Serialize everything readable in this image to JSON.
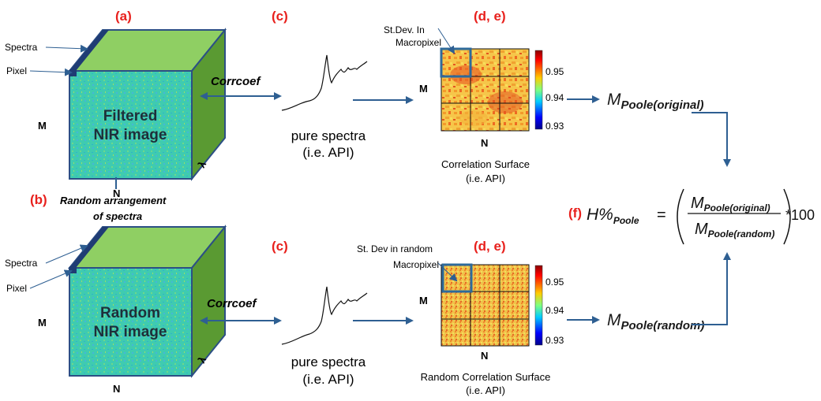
{
  "panels": {
    "a": "(a)",
    "b": "(b)",
    "c": "(c)",
    "de": "(d, e)",
    "f": "(f)"
  },
  "top_cube": {
    "spectra_label": "Spectra",
    "pixel_label": "Pixel",
    "title_line1": "Filtered",
    "title_line2": "NIR image",
    "axis_m": "M",
    "axis_n": "N",
    "axis_lambda": "λ"
  },
  "bottom_cube": {
    "spectra_label": "Spectra",
    "pixel_label": "Pixel",
    "title_line1": "Random",
    "title_line2": "NIR image",
    "axis_m": "M",
    "axis_n": "N",
    "axis_lambda": "λ"
  },
  "random_step": {
    "line1": "Random arrangement",
    "line2": "of spectra"
  },
  "corrcoef_label": "Corrcoef",
  "spectrum_caption": {
    "line1": "pure spectra",
    "line2": "(i.e. API)"
  },
  "top_surface": {
    "annotation_line1": "St.Dev. In",
    "annotation_line2": "Macropixel",
    "axis_m": "M",
    "axis_n": "N",
    "caption_line1": "Correlation Surface",
    "caption_line2": "(i.e. API)",
    "colorbar_ticks": [
      "0.95",
      "0.94",
      "0.93"
    ]
  },
  "bottom_surface": {
    "annotation_line1": "St. Dev in random",
    "annotation_line2": "Macropixel",
    "axis_m": "M",
    "axis_n": "N",
    "caption_line1": "Random Correlation Surface",
    "caption_line2": "(i.e. API)",
    "colorbar_ticks": [
      "0.95",
      "0.94",
      "0.93"
    ]
  },
  "m_original": {
    "symbol": "M",
    "subscript": "Poole(original)"
  },
  "m_random": {
    "symbol": "M",
    "subscript": "Poole(random)"
  },
  "formula": {
    "lhs_symbol": "H%",
    "lhs_subscript": "Poole",
    "equals": "=",
    "num_symbol": "M",
    "num_subscript": "Poole(original)",
    "den_symbol": "M",
    "den_subscript": "Poole(random)",
    "multiplier": "*100"
  },
  "colors": {
    "arrow": "#2e5f92",
    "panel_label": "#e8211d",
    "cube_top": "#8fcf63",
    "cube_side": "#5a9a32",
    "cube_edge": "#2c4f85",
    "highlight_box": "#2e6a9a"
  }
}
